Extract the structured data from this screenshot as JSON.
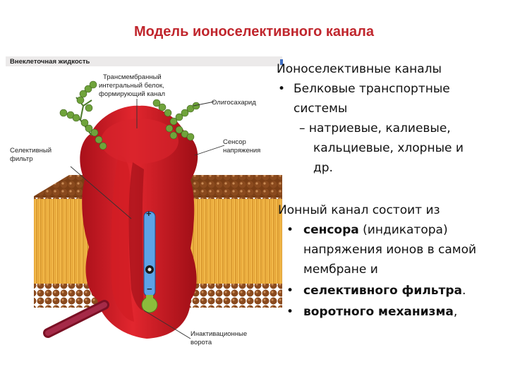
{
  "title": "Модель ионоселективного канала",
  "figure": {
    "labels": {
      "extracellular": "Внеклеточная жидкость",
      "protein_l1": "Трансмембранный",
      "protein_l2": "интегральный белок,",
      "protein_l3": "формирующий канал",
      "oligo": "Олигосахарид",
      "sensor_l1": "Сенсор",
      "sensor_l2": "напряжения",
      "filter_l1": "Селективный",
      "filter_l2": "фильтр",
      "inact_l1": "Инактивационные",
      "inact_l2": "ворота",
      "plus": "+",
      "minus": "−"
    }
  },
  "text": {
    "heading": "Ионоселективные каналы",
    "bullet1": "Белковые транспортные",
    "bullet1_cont": "системы",
    "sub1": "– натриевые, калиевые,",
    "sub1_cont1": "кальциевые, хлорные и",
    "sub1_cont2": "др.",
    "para2": "Ионный канал состоит из",
    "b2_bold": "сенсора",
    "b2_rest": " (индикатора)",
    "b2_cont1": "напряжения ионов в самой",
    "b2_cont2": "мембране и",
    "b3_bold": "селективного фильтра",
    "b3_rest": ".",
    "b4_bold": "воротного механизма",
    "b4_rest": ",",
    "bullet_char": "•"
  }
}
